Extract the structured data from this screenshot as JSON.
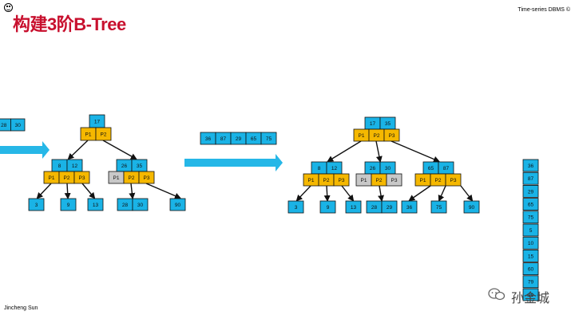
{
  "header": {
    "title": "构建3阶B-Tree",
    "course": "Time-series DBMS ©"
  },
  "footer": {
    "author": "Jincheng Sun",
    "watermark": "孙金城"
  },
  "icons": {
    "logo": "smiley-icon",
    "watermark": "wechat-icon"
  },
  "colors": {
    "key": "#1ab3e6",
    "pointer": "#f5b800",
    "pointer_null": "#c8c8c8",
    "arrow": "#1ab3e6",
    "line": "#111111"
  },
  "diagram": {
    "left_partial_keys": [
      "28",
      "30"
    ],
    "tree1": {
      "root": {
        "keys": [
          "17"
        ],
        "pointers": [
          "P1",
          "P2"
        ]
      },
      "internal": [
        {
          "keys": [
            "8",
            "12"
          ],
          "pointers": [
            "P1",
            "P2",
            "P3"
          ]
        },
        {
          "keys": [
            "26",
            "35"
          ],
          "pointers": [
            "P1",
            "P2",
            "P3"
          ],
          "null_pointers": [
            "P1"
          ]
        }
      ],
      "leaves": [
        [
          "3"
        ],
        [
          "9"
        ],
        [
          "13"
        ],
        [
          "28",
          "30"
        ],
        [
          "90"
        ]
      ]
    },
    "insert_keys": [
      "36",
      "87",
      "29",
      "65",
      "75"
    ],
    "tree2": {
      "root": {
        "keys": [
          "17",
          "35"
        ],
        "pointers": [
          "P1",
          "P2",
          "P3"
        ]
      },
      "internal": [
        {
          "keys": [
            "8",
            "12"
          ],
          "pointers": [
            "P1",
            "P2",
            "P3"
          ]
        },
        {
          "keys": [
            "26",
            "30"
          ],
          "pointers": [
            "P1",
            "P2",
            "P3"
          ],
          "null_pointers": [
            "P1",
            "P3"
          ]
        },
        {
          "keys": [
            "65",
            "87"
          ],
          "pointers": [
            "P1",
            "P2",
            "P3"
          ]
        }
      ],
      "leaves": [
        [
          "3"
        ],
        [
          "9"
        ],
        [
          "13"
        ],
        [
          "28",
          "29"
        ],
        [
          "36"
        ],
        [
          "75"
        ],
        [
          "90"
        ]
      ]
    },
    "key_stack": [
      "36",
      "87",
      "29",
      "65",
      "75",
      "5",
      "10",
      "15",
      "60",
      "79",
      "99"
    ]
  }
}
